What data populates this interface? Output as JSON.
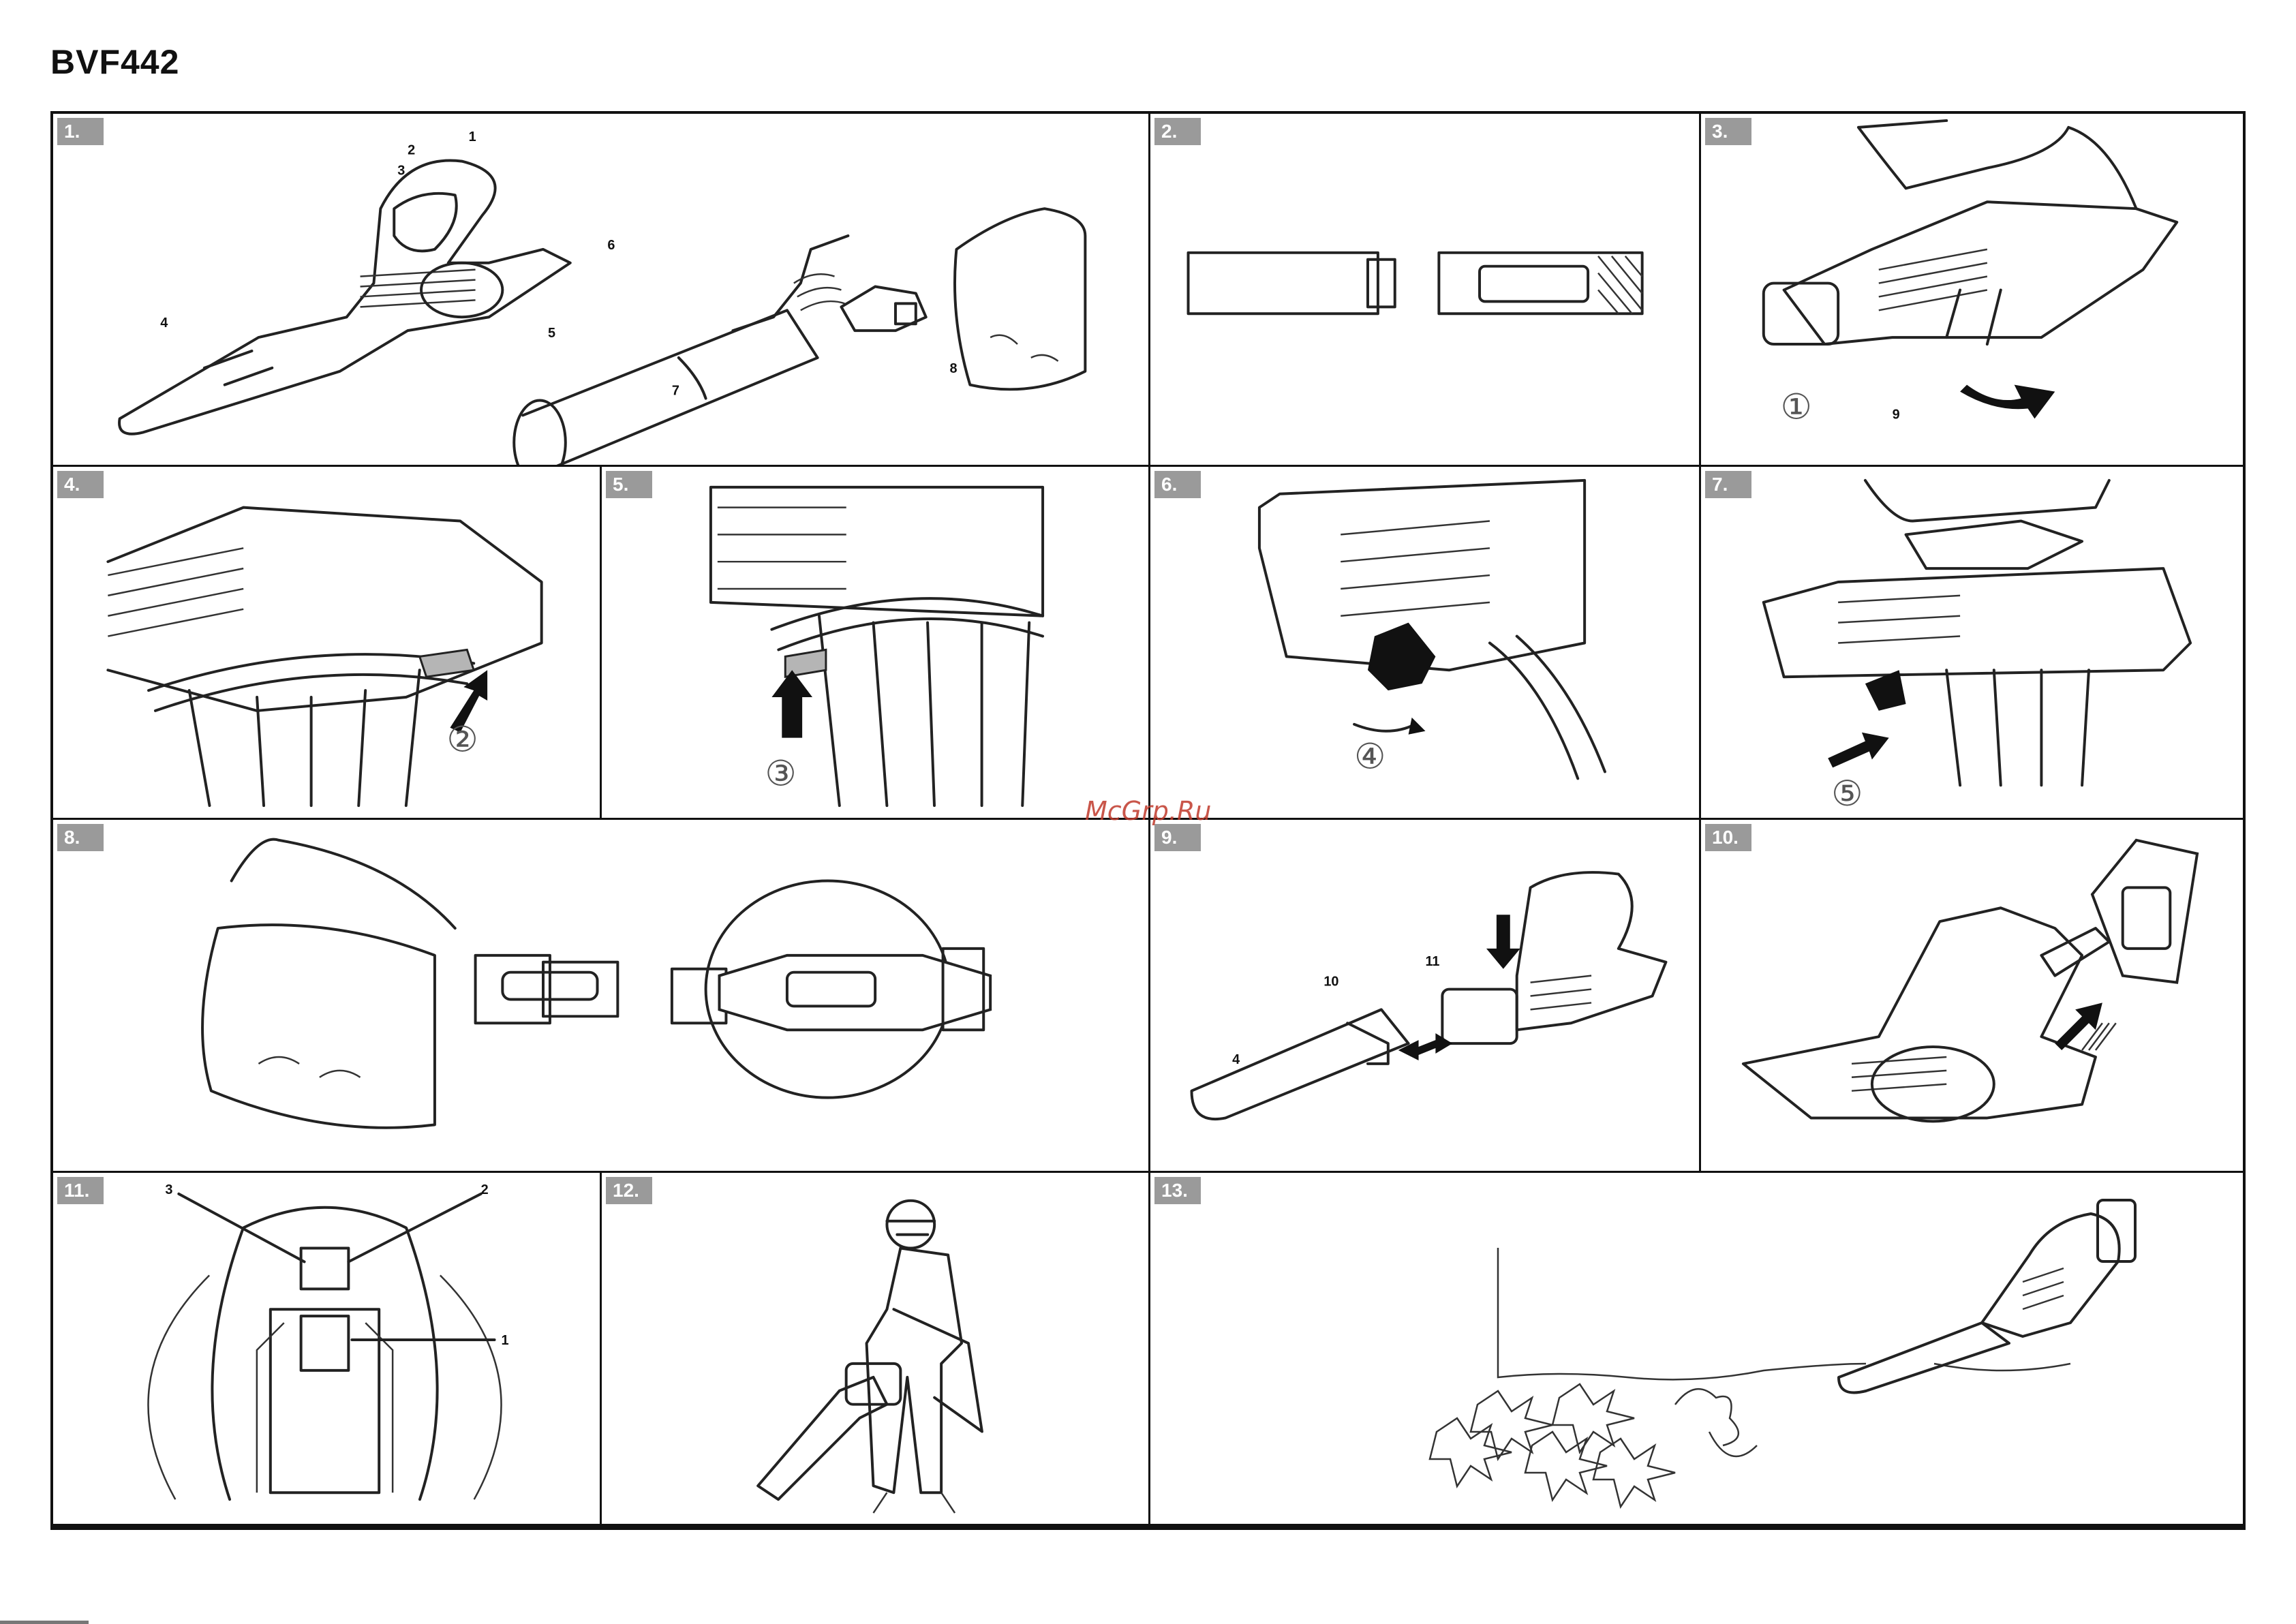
{
  "document": {
    "title": "BVF442",
    "watermark": "McGrp.Ru"
  },
  "panels": [
    {
      "id": "1",
      "label": "1.",
      "callouts": [
        "1",
        "2",
        "3",
        "4",
        "5",
        "6",
        "7",
        "8"
      ]
    },
    {
      "id": "2",
      "label": "2."
    },
    {
      "id": "3",
      "label": "3.",
      "callouts": [
        "9"
      ],
      "step": "①"
    },
    {
      "id": "4",
      "label": "4.",
      "step": "②"
    },
    {
      "id": "5",
      "label": "5.",
      "step": "③"
    },
    {
      "id": "6",
      "label": "6.",
      "step": "④"
    },
    {
      "id": "7",
      "label": "7.",
      "step": "⑤"
    },
    {
      "id": "8",
      "label": "8."
    },
    {
      "id": "9",
      "label": "9.",
      "callouts": [
        "10",
        "11",
        "4"
      ]
    },
    {
      "id": "10",
      "label": "10."
    },
    {
      "id": "11",
      "label": "11.",
      "callouts": [
        "3",
        "2",
        "1"
      ]
    },
    {
      "id": "12",
      "label": "12."
    },
    {
      "id": "13",
      "label": "13."
    }
  ]
}
